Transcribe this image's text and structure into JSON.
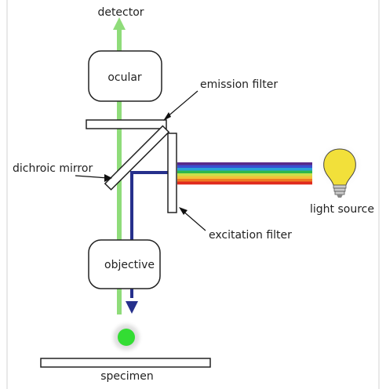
{
  "labels": {
    "detector": "detector",
    "ocular": "ocular",
    "emission_filter": "emission filter",
    "dichroic_mirror": "dichroic mirror",
    "excitation_filter": "excitation filter",
    "light_source": "light source",
    "objective": "objective",
    "specimen": "specimen"
  },
  "colors": {
    "emission_beam": "#8fdc7a",
    "excitation_beam": "#26308c",
    "specimen_glow": "#33dd33",
    "bulb": "#f2e03a",
    "bulb_base": "#cccccc",
    "outline": "#222222"
  },
  "spectrum": [
    "#5a2a8a",
    "#3b4fd1",
    "#2aa0d8",
    "#2eb84c",
    "#c8e04a",
    "#f3c03a",
    "#ee7a22",
    "#e02a1e"
  ],
  "icons": [
    "light-bulb-icon",
    "arrow-up-icon",
    "arrow-down-icon"
  ]
}
